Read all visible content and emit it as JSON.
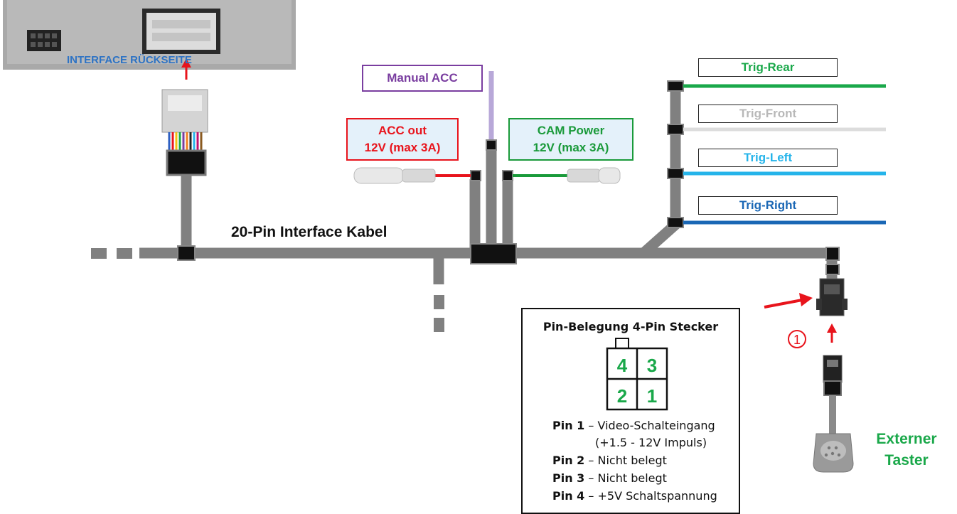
{
  "interface": {
    "rear_label": "INTERFACE RÜCKSEITE"
  },
  "cable": {
    "main_label": "20-Pin Interface Kabel"
  },
  "labels": {
    "manual_acc": "Manual ACC",
    "acc_out_line1": "ACC out",
    "acc_out_line2": "12V (max 3A)",
    "cam_power_line1": "CAM Power",
    "cam_power_line2": "12V (max 3A)"
  },
  "triggers": [
    {
      "label": "Trig-Rear",
      "color": "#1aa84a"
    },
    {
      "label": "Trig-Front",
      "color": "#b8b8b8"
    },
    {
      "label": "Trig-Left",
      "color": "#25b4ea"
    },
    {
      "label": "Trig-Right",
      "color": "#1a67b5"
    }
  ],
  "pin_box": {
    "title": "Pin-Belegung 4-Pin Stecker",
    "connector_pins": [
      "4",
      "3",
      "2",
      "1"
    ],
    "pins": [
      {
        "num": "Pin 1",
        "desc": "– Video-Schalteingang"
      },
      {
        "num": "",
        "desc": "(+1.5 - 12V Impuls)"
      },
      {
        "num": "Pin 2",
        "desc": "– Nicht belegt"
      },
      {
        "num": "Pin 3",
        "desc": "– Nicht belegt"
      },
      {
        "num": "Pin 4",
        "desc": "– +5V Schaltspannung"
      }
    ]
  },
  "button": {
    "marker": "1",
    "label_line1": "Externer",
    "label_line2": "Taster"
  },
  "colors": {
    "cable_gray": "#808080",
    "acc_red": "#e8141c",
    "cam_green": "#1a9a3a",
    "manual_purple": "#7a3ea0",
    "interface_blue": "#2e73c4",
    "pin_green": "#1aa84a"
  }
}
